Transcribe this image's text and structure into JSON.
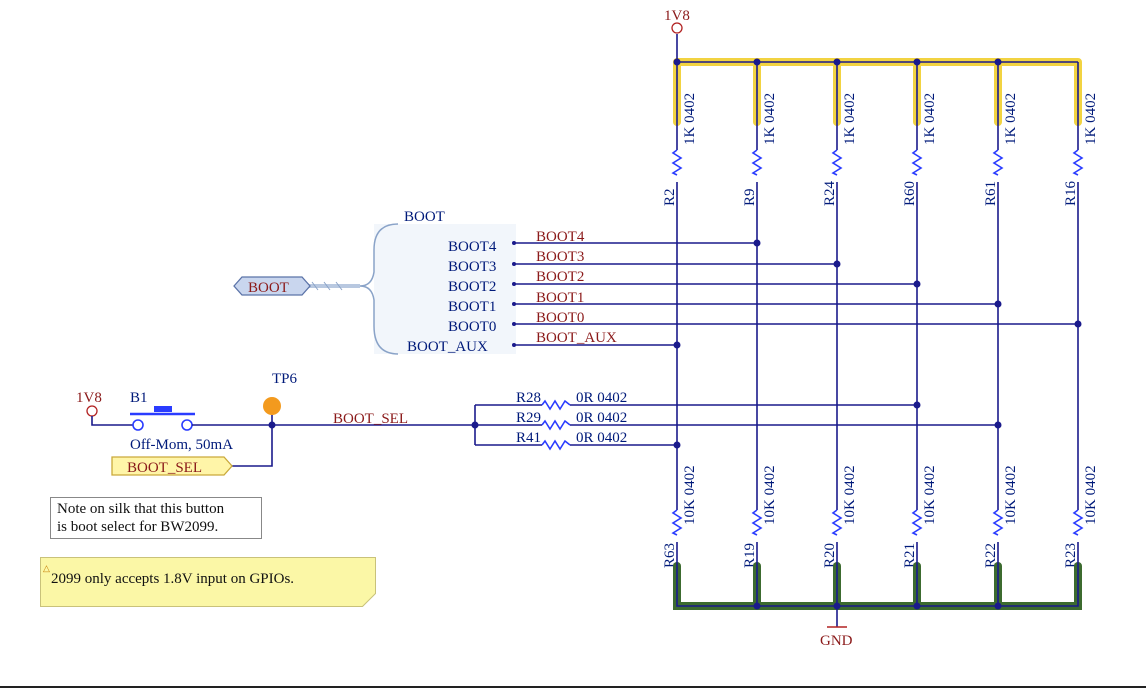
{
  "power": {
    "top": "1V8",
    "left": "1V8",
    "gnd": "GND"
  },
  "pullups": [
    {
      "ref": "R2",
      "value": "1K 0402"
    },
    {
      "ref": "R9",
      "value": "1K 0402"
    },
    {
      "ref": "R24",
      "value": "1K 0402"
    },
    {
      "ref": "R60",
      "value": "1K 0402"
    },
    {
      "ref": "R61",
      "value": "1K 0402"
    },
    {
      "ref": "R16",
      "value": "1K 0402"
    }
  ],
  "pulldowns": [
    {
      "ref": "R63",
      "value": "10K 0402"
    },
    {
      "ref": "R19",
      "value": "10K 0402"
    },
    {
      "ref": "R20",
      "value": "10K 0402"
    },
    {
      "ref": "R21",
      "value": "10K 0402"
    },
    {
      "ref": "R22",
      "value": "10K 0402"
    },
    {
      "ref": "R23",
      "value": "10K 0402"
    }
  ],
  "bus": {
    "title": "BOOT",
    "port_label": "BOOT",
    "pins": [
      "BOOT4",
      "BOOT3",
      "BOOT2",
      "BOOT1",
      "BOOT0",
      "BOOT_AUX"
    ],
    "nets": [
      "BOOT4",
      "BOOT3",
      "BOOT2",
      "BOOT1",
      "BOOT0",
      "BOOT_AUX"
    ]
  },
  "switch": {
    "ref": "B1",
    "desc": "Off-Mom, 50mA"
  },
  "testpoint": {
    "ref": "TP6"
  },
  "boot_sel": {
    "net": "BOOT_SEL",
    "port": "BOOT_SEL"
  },
  "jumpers": [
    {
      "ref": "R28",
      "value": "0R 0402"
    },
    {
      "ref": "R29",
      "value": "0R 0402"
    },
    {
      "ref": "R41",
      "value": "0R 0402"
    }
  ],
  "notes": {
    "silk_line1": "Note on silk that this button",
    "silk_line2": "is boot select for BW2099.",
    "warning": "2099 only accepts 1.8V input on GPIOs."
  }
}
